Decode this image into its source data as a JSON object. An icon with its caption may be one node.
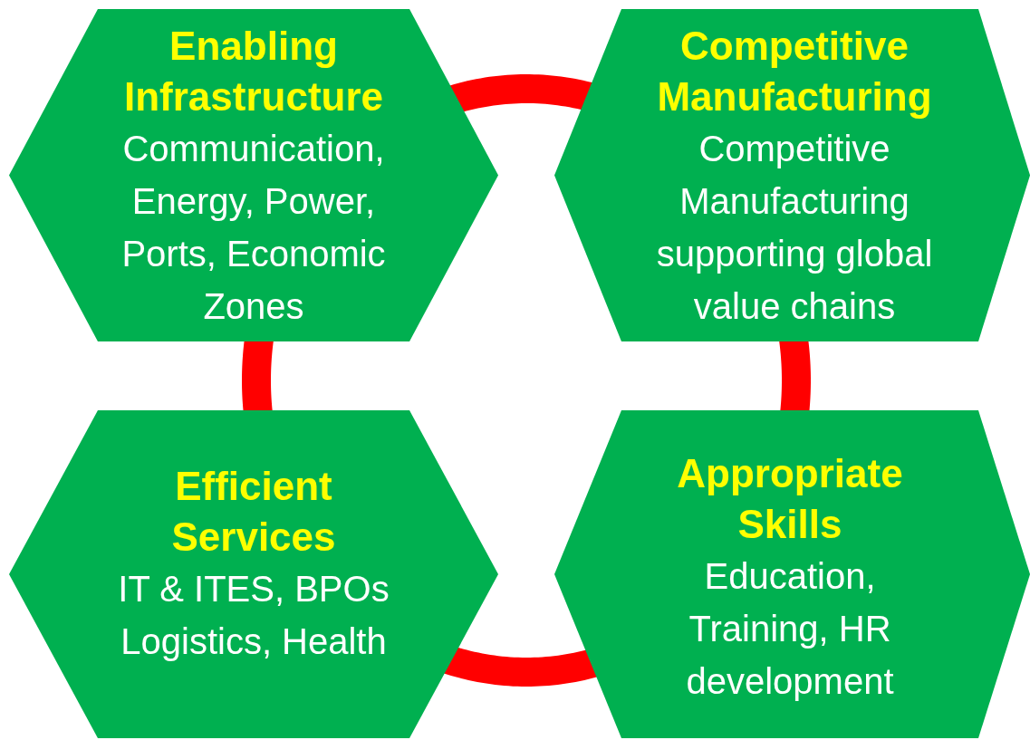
{
  "diagram": {
    "nodes": [
      {
        "text": [
          "Enabling Infrastructure",
          "Communication, Energy, Power, Ports, Economic Zones"
        ]
      },
      {
        "text": [
          "Competitive Manufacturing",
          "Competitive Manufacturing supporting global value chains"
        ]
      },
      {
        "text": [
          "Efficient Services",
          "IT & ITES, BPOs Logistics, Health"
        ]
      },
      {
        "text": [
          "Appropriate Skills",
          "Education, Training, HR development"
        ]
      }
    ],
    "edges": [
      {
        "from": 0,
        "to": 1,
        "arrow": "none"
      },
      {
        "from": 1,
        "to": 3,
        "arrow": "none"
      },
      {
        "from": 3,
        "to": 2,
        "arrow": "none"
      },
      {
        "from": 2,
        "to": 0,
        "arrow": "none"
      }
    ]
  }
}
